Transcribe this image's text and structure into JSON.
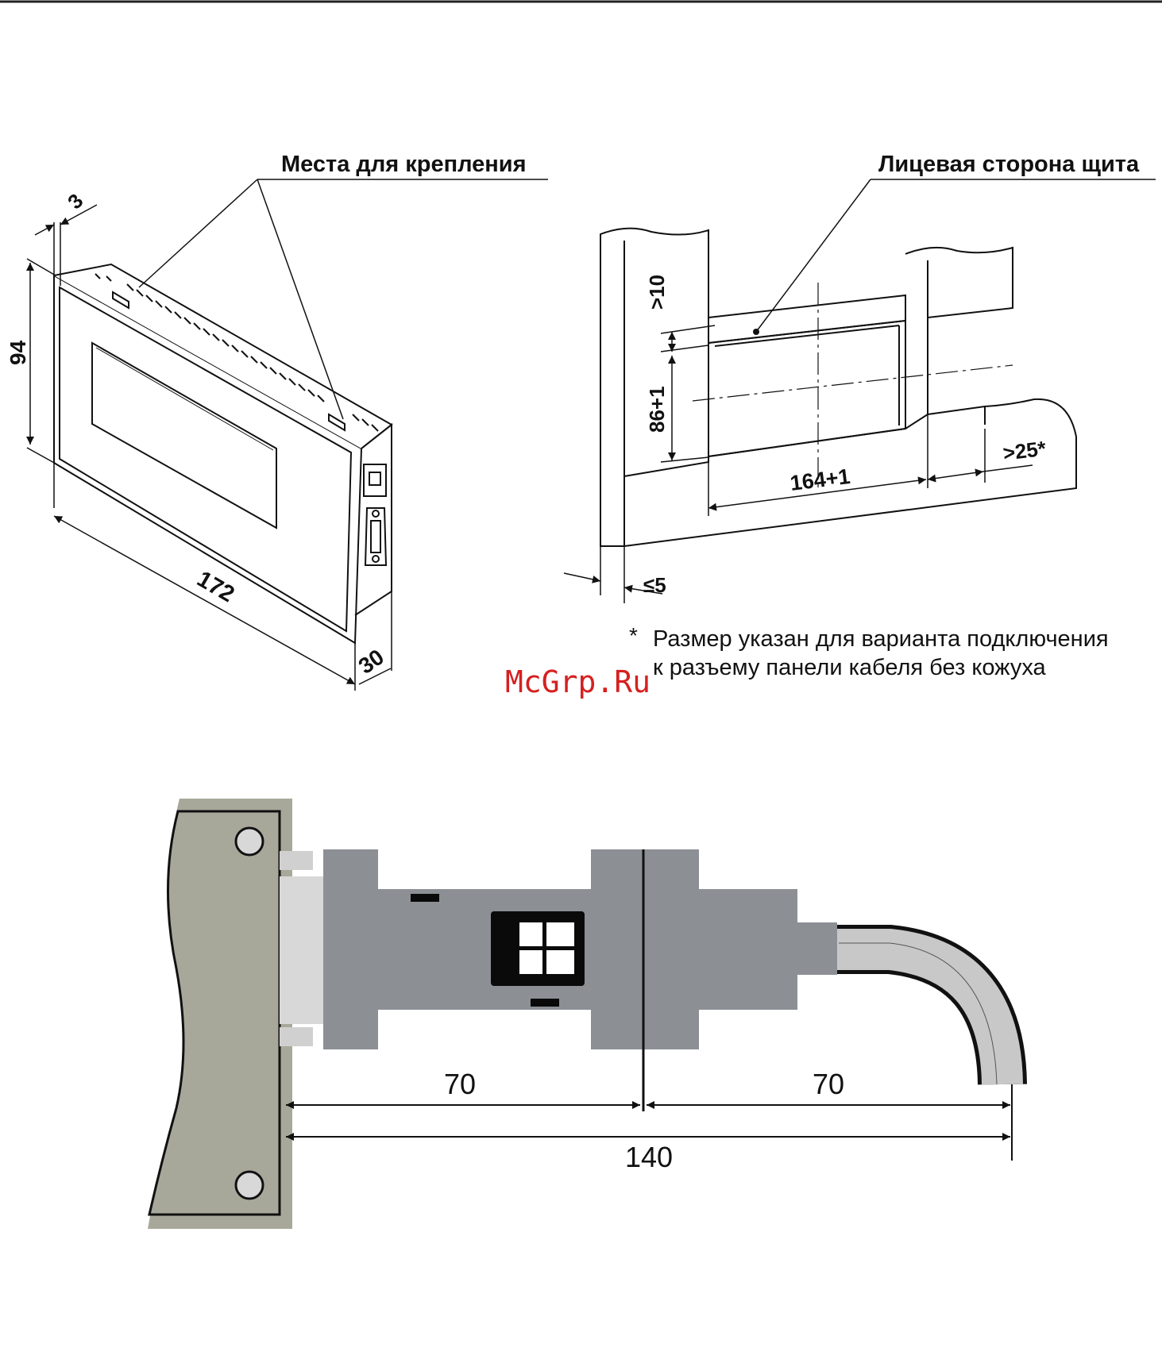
{
  "header_rule_color": "#222222",
  "top_left": {
    "callout": "Места для крепления",
    "dims": {
      "flange": "3",
      "height": "94",
      "width": "172",
      "depth": "30"
    },
    "icons": [
      "usb-port-icon",
      "db9-port-icon",
      "vent-slots-icon",
      "mounting-clip-icon"
    ]
  },
  "top_right": {
    "callout": "Лицевая сторона щита",
    "dims": {
      "top_gap": ">10",
      "cutout_height": "86+1",
      "cutout_width": "164+1",
      "side_gap": ">25*",
      "panel_thickness": "≤5"
    }
  },
  "footnote": {
    "mark": "*",
    "line1": "Размер указан для варианта подключения",
    "line2": "к разъему панели кабеля без кожуха"
  },
  "watermark": "McGrp.Ru",
  "watermark_color": "#d62020",
  "bottom": {
    "dims": {
      "left_segment": "70",
      "right_segment": "70",
      "total": "140"
    },
    "colors": {
      "panel": "#a8a89a",
      "connector": "#8c9095",
      "cable": "#c8c8c8"
    },
    "icons": [
      "screw-icon",
      "db9-connector-icon",
      "cable-icon"
    ]
  }
}
